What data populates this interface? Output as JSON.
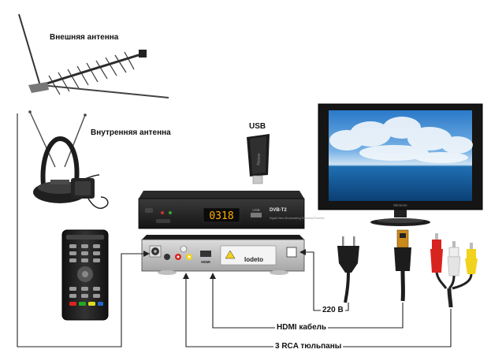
{
  "labels": {
    "outdoor_antenna": "Внешняя антенна",
    "indoor_antenna": "Внутренняя антенна",
    "usb": "USB",
    "power": "220 В",
    "hdmi": "HDMI  кабель",
    "rca": "3 RCA тюльпаны"
  },
  "receiver": {
    "display": "0318",
    "brand": "DVB-T2",
    "side_text": "Digital Video Broadcasting\nTerrestrial Receiver",
    "usb_port_label": "USB",
    "back_logo": "lodeto",
    "back_hdmi_label": "HDMI"
  },
  "tv": {
    "brand": "Mirstone"
  },
  "usb_stick": {
    "brand": "Apacer"
  },
  "colors": {
    "display_digits": "#ffb000",
    "line": "#222222",
    "rca_red": "#d8241e",
    "rca_yellow": "#f1d21c",
    "hdmi_gold": "#c98a1a"
  }
}
